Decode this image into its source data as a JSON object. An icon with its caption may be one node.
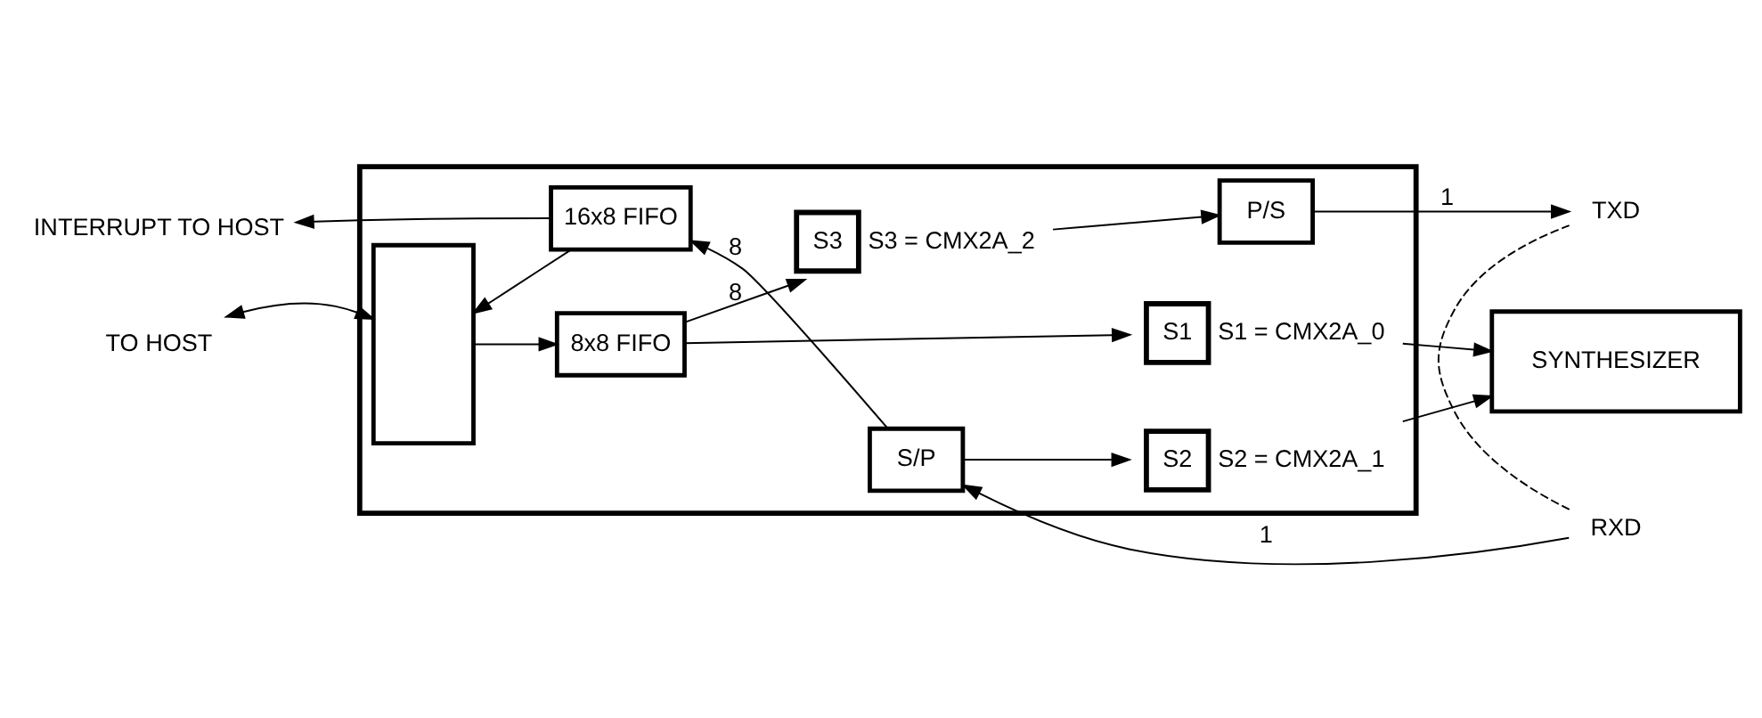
{
  "diagram": {
    "nodes": [
      {
        "text": [],
        "shape": "box"
      },
      {
        "text": [],
        "shape": "box",
        "in": 0
      },
      {
        "text": [
          "16x8 FIFO"
        ],
        "in": 0
      },
      {
        "text": [
          "8x8 FIFO"
        ],
        "in": 0
      },
      {
        "text": [
          "S/P"
        ],
        "in": 0
      },
      {
        "text": [
          "S3"
        ],
        "in": 0,
        "beside": [
          "S3 = CMX2A_2"
        ]
      },
      {
        "text": [
          "P/S"
        ],
        "in": 0
      },
      {
        "text": [
          "S1"
        ],
        "in": 0,
        "beside": [
          "S1 = CMX2A_0"
        ]
      },
      {
        "text": [
          "S2"
        ],
        "in": 0,
        "beside": [
          "S2 = CMX2A_1"
        ]
      },
      {
        "text": [
          "SYNTHESIZER"
        ]
      },
      {
        "text": [
          "INTERRUPT TO HOST"
        ]
      },
      {
        "text": [
          "TO HOST"
        ]
      },
      {
        "text": [
          "RXD"
        ]
      },
      {
        "text": [
          "TXD"
        ]
      }
    ],
    "edges": [
      {
        "from": 2,
        "to": 1,
        "arrow": "to"
      },
      {
        "from": 2,
        "to": 10,
        "arrow": "to"
      },
      {
        "from": 1,
        "to": 11,
        "arrow": "both"
      },
      {
        "from": 1,
        "to": 3,
        "arrow": "to"
      },
      {
        "from": 4,
        "to": 2,
        "arrow": "to",
        "label": "8"
      },
      {
        "from": 4,
        "to": 8,
        "arrow": "to"
      },
      {
        "from": 3,
        "to": 5,
        "arrow": "to",
        "label": "8"
      },
      {
        "from": 3,
        "to": 7,
        "arrow": "to"
      },
      {
        "from": 5,
        "to": 6,
        "arrow": "to"
      },
      {
        "from": 6,
        "to": 13,
        "arrow": "to",
        "label": "1"
      },
      {
        "from": 12,
        "to": 4,
        "arrow": "to",
        "label": "1"
      },
      {
        "from": 12,
        "to": 13,
        "arrow": "none",
        "style": "dashed"
      },
      {
        "from": 7,
        "to": 9,
        "arrow": "to"
      },
      {
        "from": 8,
        "to": 9,
        "arrow": "to"
      }
    ]
  }
}
